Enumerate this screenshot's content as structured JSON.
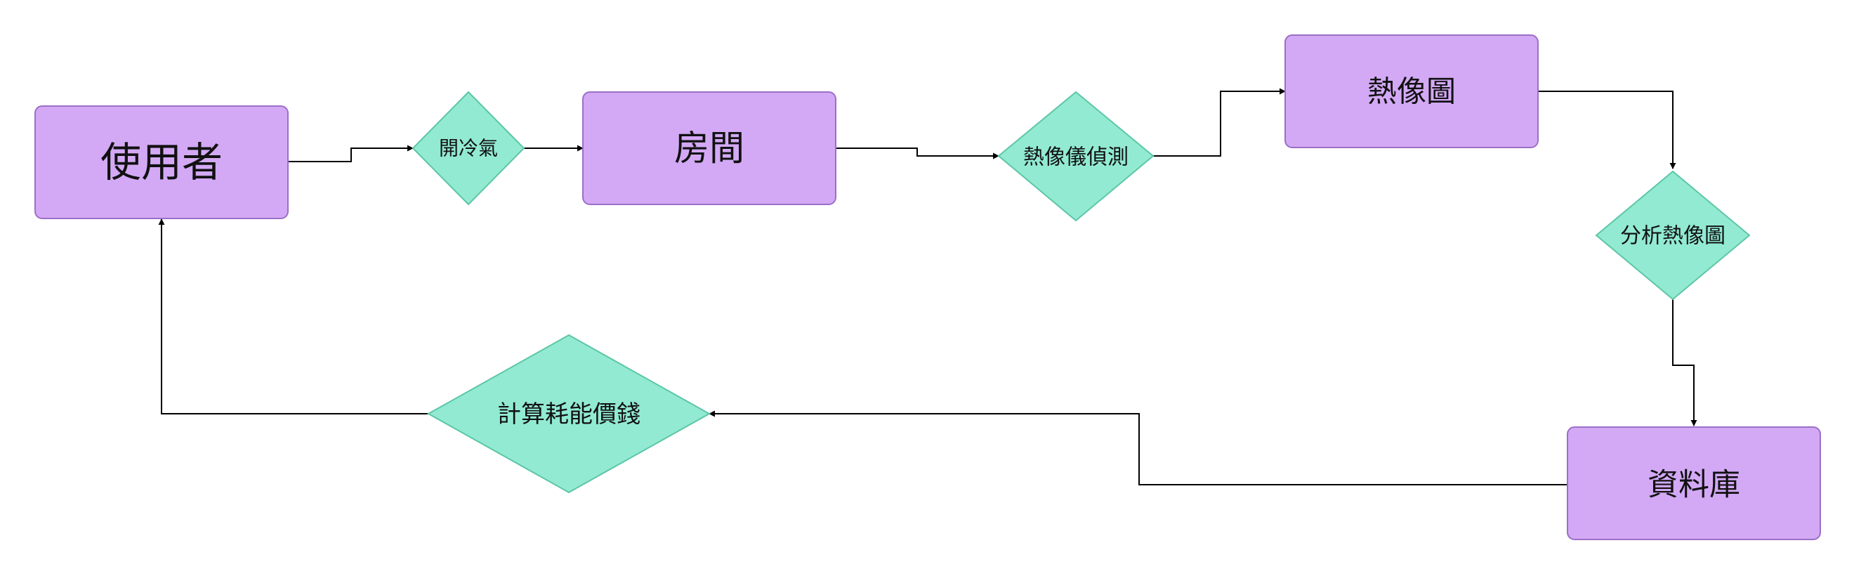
{
  "colors": {
    "process_fill": "#d3a9f5",
    "process_stroke": "#9b6fc7",
    "decision_fill": "#92ead3",
    "decision_stroke": "#5cc6a5",
    "edge": "#000000"
  },
  "nodes": {
    "user": "使用者",
    "ac_on": "開冷氣",
    "room": "房間",
    "thermal_detect": "熱像儀偵測",
    "thermal_image": "熱像圖",
    "analyze": "分析熱像圖",
    "database": "資料庫",
    "calc_cost": "計算耗能價錢"
  },
  "edges": [
    {
      "from": "user",
      "to": "ac_on"
    },
    {
      "from": "ac_on",
      "to": "room"
    },
    {
      "from": "room",
      "to": "thermal_detect"
    },
    {
      "from": "thermal_detect",
      "to": "thermal_image"
    },
    {
      "from": "thermal_image",
      "to": "analyze"
    },
    {
      "from": "analyze",
      "to": "database"
    },
    {
      "from": "database",
      "to": "calc_cost"
    },
    {
      "from": "calc_cost",
      "to": "user"
    }
  ]
}
